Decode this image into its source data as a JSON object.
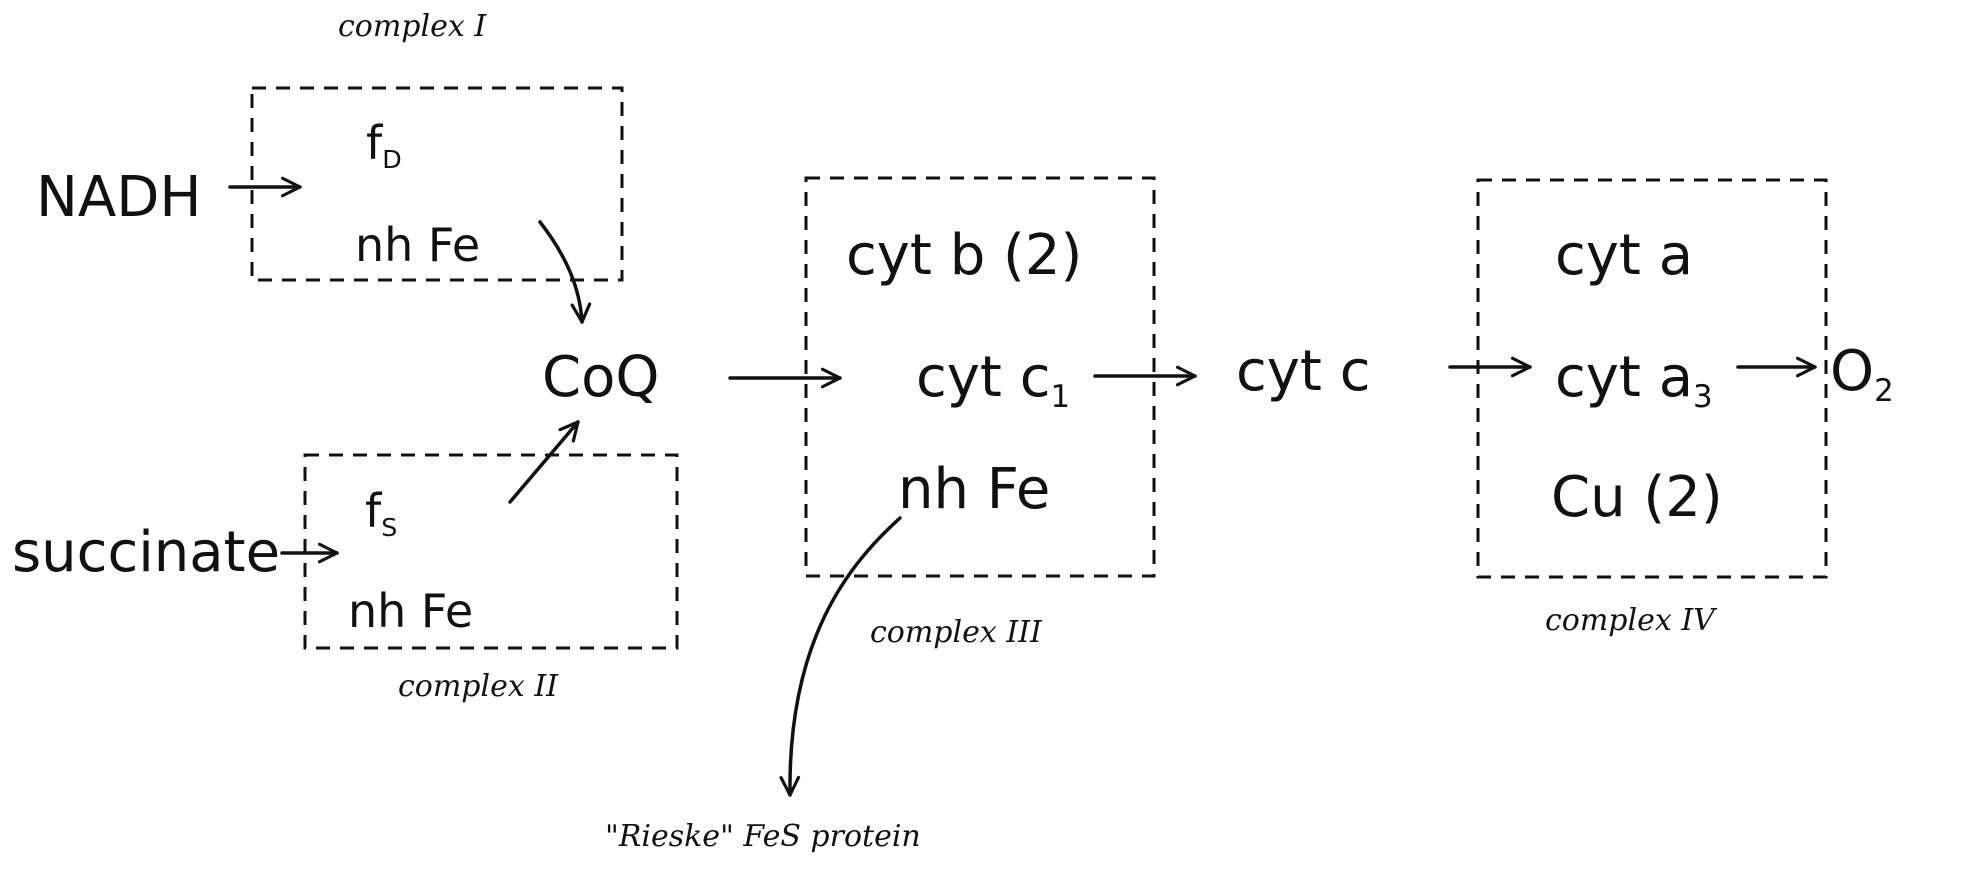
{
  "diagram": {
    "complex1": {
      "caption": "complex I",
      "fp": {
        "main": "f",
        "sub": "D"
      },
      "fe": "nh Fe"
    },
    "complex2": {
      "caption": "complex II",
      "fs": {
        "main": "f",
        "sub": "S"
      },
      "fe": "nh Fe"
    },
    "complex3": {
      "caption": "complex III",
      "b": "cyt b (2)",
      "c1": {
        "main": "cyt c",
        "sub": "1"
      },
      "fe": "nh Fe"
    },
    "complex4": {
      "caption": "complex IV",
      "a": "cyt a",
      "a3": {
        "main": "cyt a",
        "sub": "3"
      },
      "cu": "Cu (2)"
    },
    "nodes": {
      "nadh": "NADH",
      "succinate": "succinate",
      "coq": "CoQ",
      "cytc": "cyt c",
      "o2": {
        "main": "O",
        "sub": "2"
      }
    },
    "annotation": "\"Rieske\" FeS protein",
    "colors": {
      "ink": "#111111",
      "background": "#ffffff"
    }
  }
}
